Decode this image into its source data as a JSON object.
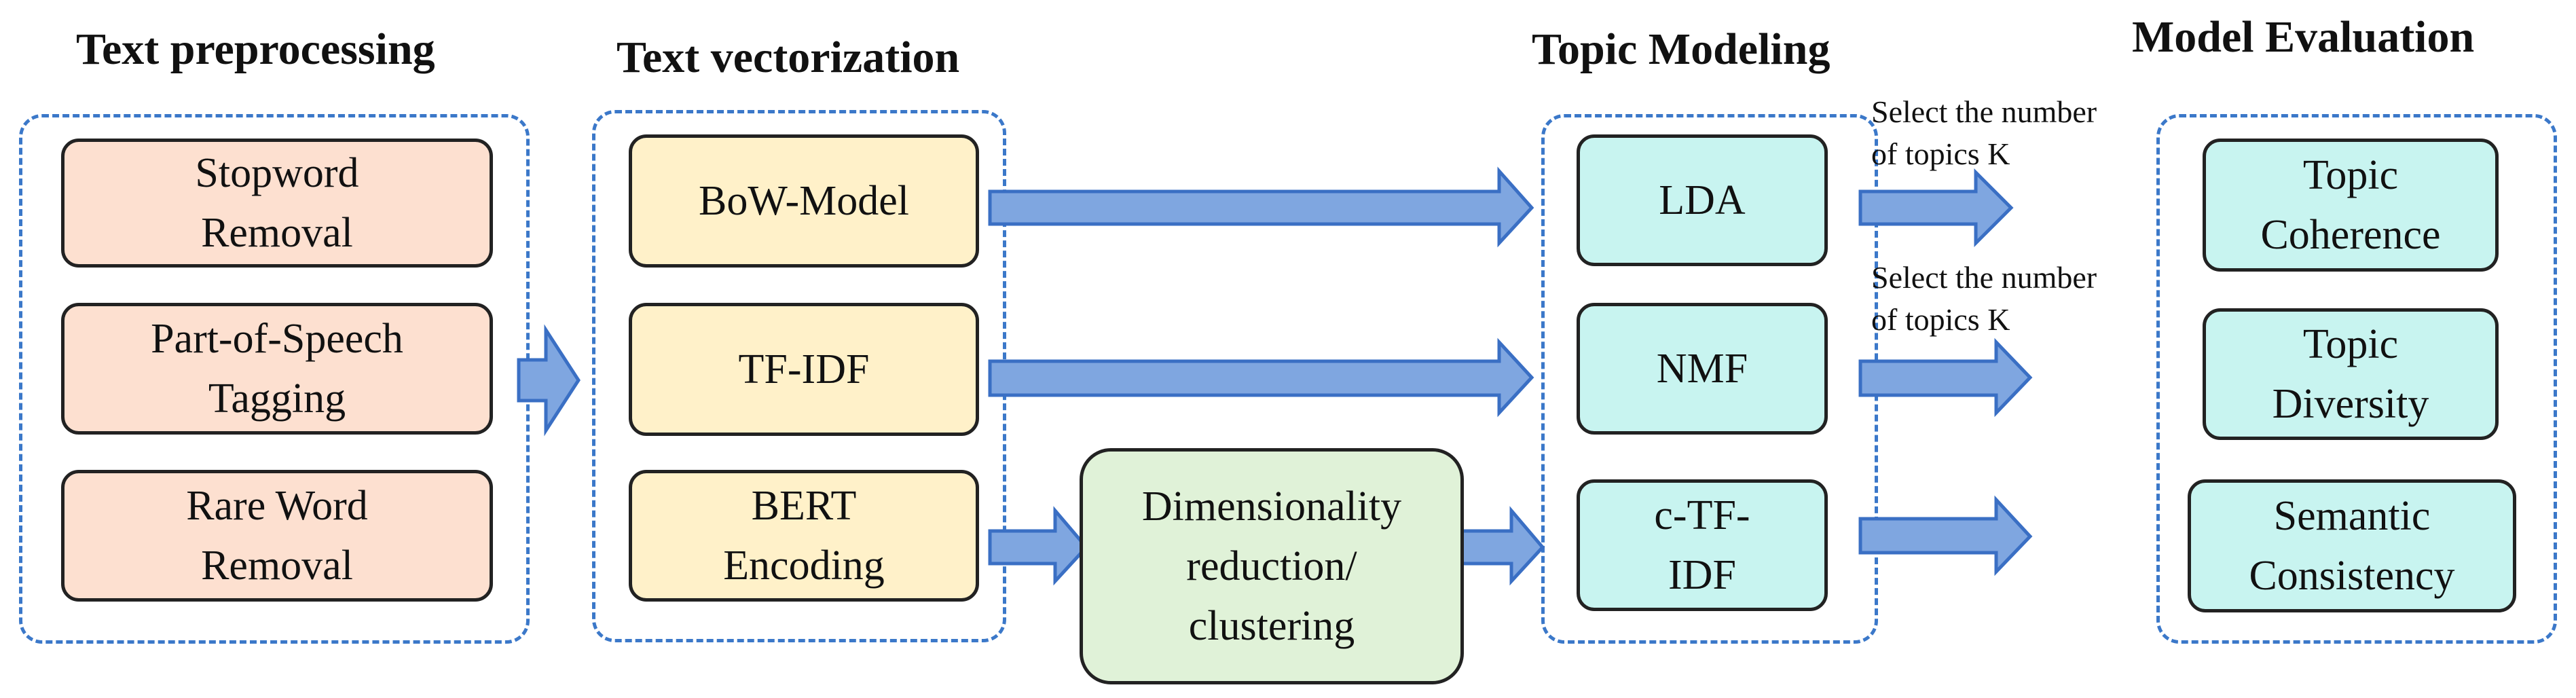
{
  "stages": {
    "preprocessing": {
      "title": "Text preprocessing",
      "items": [
        "Stopword\nRemoval",
        "Part-of-Speech\nTagging",
        "Rare Word\nRemoval"
      ]
    },
    "vectorization": {
      "title": "Text vectorization",
      "items": [
        "BoW-Model",
        "TF-IDF",
        "BERT\nEncoding"
      ]
    },
    "dimensionality": {
      "label": "Dimensionality\nreduction/\nclustering"
    },
    "topic_modeling": {
      "title": "Topic Modeling",
      "items": [
        "LDA",
        "NMF",
        "c-TF-\nIDF"
      ]
    },
    "evaluation": {
      "title": "Model Evaluation",
      "items": [
        "Topic\nCoherence",
        "Topic\nDiversity",
        "Semantic\nConsistency"
      ]
    }
  },
  "notes": [
    "Select the number\nof topics K",
    "Select the number\nof topics K"
  ],
  "colors": {
    "dashed_border": "#3b78c9",
    "arrow_fill": "#7fa6e0",
    "arrow_stroke": "#3a6fc4",
    "preprocessing_box": "#fde0d0",
    "vectorization_box": "#fff1c9",
    "topic_box": "#c8f4f0",
    "dimensionality_box": "#e0f2d8"
  }
}
